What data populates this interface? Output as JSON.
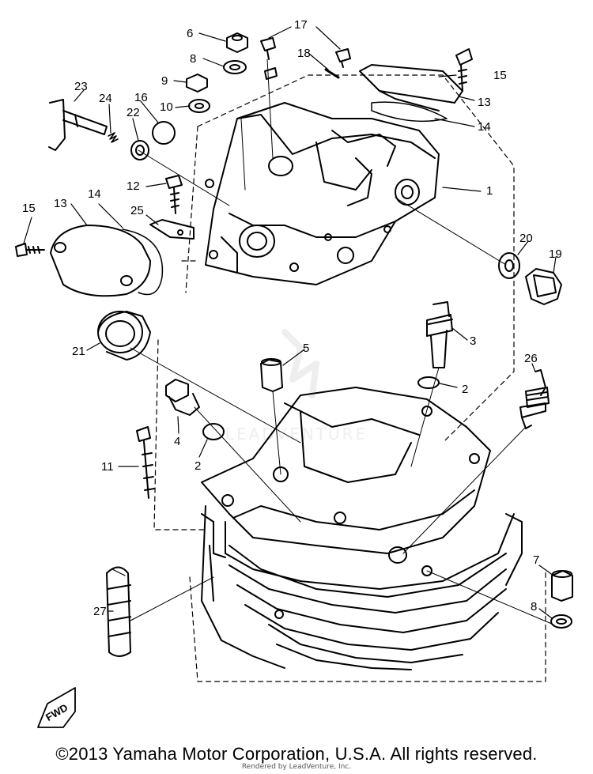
{
  "callouts": [
    "1",
    "2",
    "2",
    "3",
    "4",
    "5",
    "6",
    "7",
    "8",
    "8",
    "9",
    "10",
    "11",
    "12",
    "13",
    "13",
    "14",
    "14",
    "15",
    "15",
    "16",
    "17",
    "18",
    "19",
    "20",
    "21",
    "22",
    "23",
    "24",
    "25",
    "26",
    "27"
  ],
  "fwd_label": "FWD",
  "watermark": "LEADVENTURE",
  "copyright": "©2013 Yamaha Motor Corporation, U.S.A. All rights reserved.",
  "rendered_by": "Rendered by LeadVenture, Inc."
}
